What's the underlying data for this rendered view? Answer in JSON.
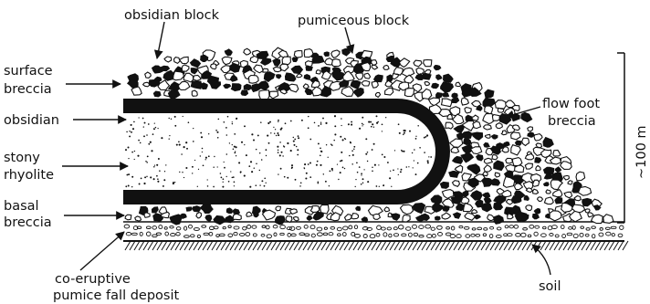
{
  "labels": {
    "obsidian_block": "obsidian block",
    "pumiceous_block": "pumiceous block",
    "surface_breccia_1": "surface",
    "surface_breccia_2": "breccia",
    "obsidian": "obsidian",
    "stony_rhyolite_1": "stony",
    "stony_rhyolite_2": "rhyolite",
    "basal_breccia_1": "basal",
    "basal_breccia_2": "breccia",
    "flow_foot_breccia_1": "flow foot",
    "flow_foot_breccia_2": "breccia",
    "scale": "~100 m",
    "pumice_fall_1": "co-eruptive",
    "pumice_fall_2": "pumice fall deposit",
    "soil": "soil"
  },
  "colors": {
    "ink": "#111111",
    "paper": "#ffffff"
  }
}
